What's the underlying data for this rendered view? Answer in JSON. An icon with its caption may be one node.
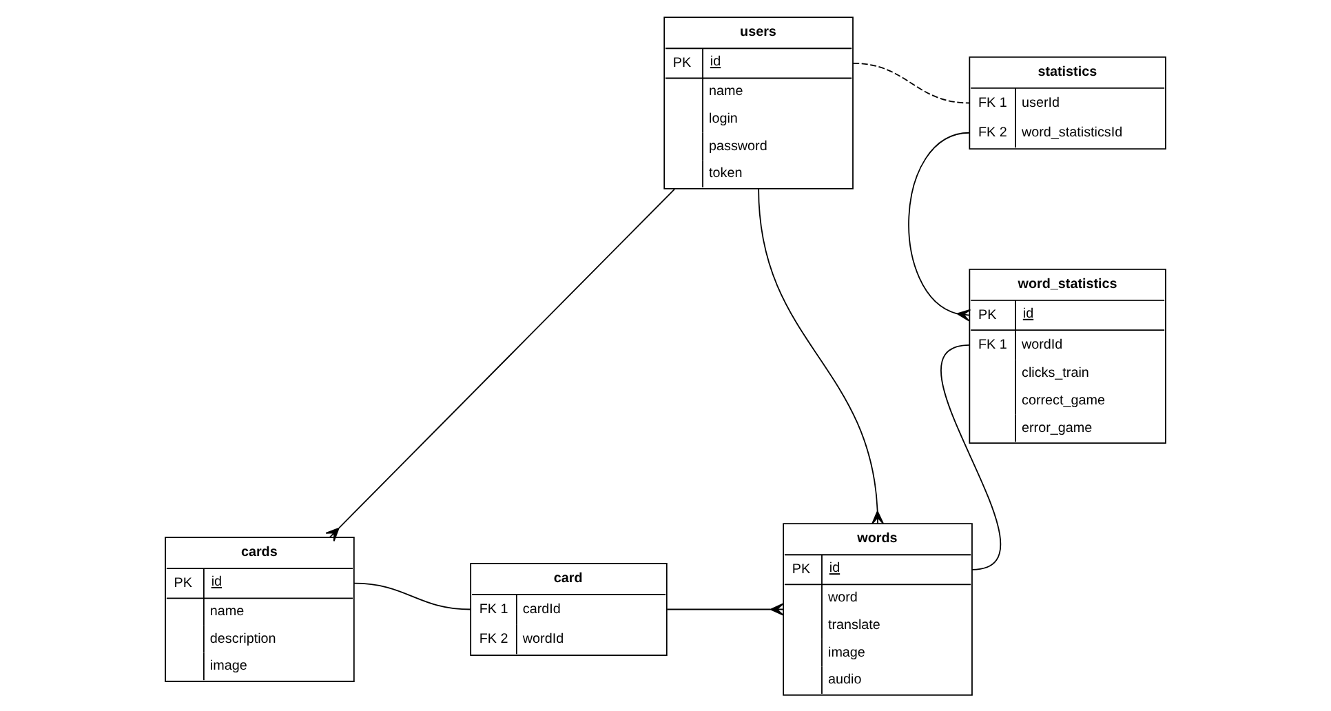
{
  "diagram": {
    "nodes": [
      {
        "text": [
          "users",
          "PK",
          "id",
          "name",
          "login",
          "password",
          "token"
        ]
      },
      {
        "text": [
          "statistics",
          "FK 1",
          "userId",
          "FK 2",
          "word_statisticsId"
        ]
      },
      {
        "text": [
          "word_statistics",
          "PK",
          "id",
          "FK 1",
          "wordId",
          "clicks_train",
          "correct_game",
          "error_game"
        ]
      },
      {
        "text": [
          "cards",
          "PK",
          "id",
          "name",
          "description",
          "image"
        ]
      },
      {
        "text": [
          "card",
          "FK 1",
          "cardId",
          "FK 2",
          "wordId"
        ]
      },
      {
        "text": [
          "words",
          "PK",
          "id",
          "word",
          "translate",
          "image",
          "audio"
        ]
      }
    ],
    "edges": [
      {
        "from": 0,
        "to": 3,
        "arrow": "other"
      },
      {
        "from": 0,
        "to": 5,
        "arrow": "other"
      },
      {
        "from": 0,
        "to": 1,
        "arrow": "none",
        "style": "dashed"
      },
      {
        "from": 1,
        "to": 2,
        "arrow": "other"
      },
      {
        "from": 2,
        "to": 5,
        "arrow": "none"
      },
      {
        "from": 3,
        "to": 4,
        "arrow": "none"
      },
      {
        "from": 4,
        "to": 5,
        "arrow": "other"
      }
    ]
  }
}
